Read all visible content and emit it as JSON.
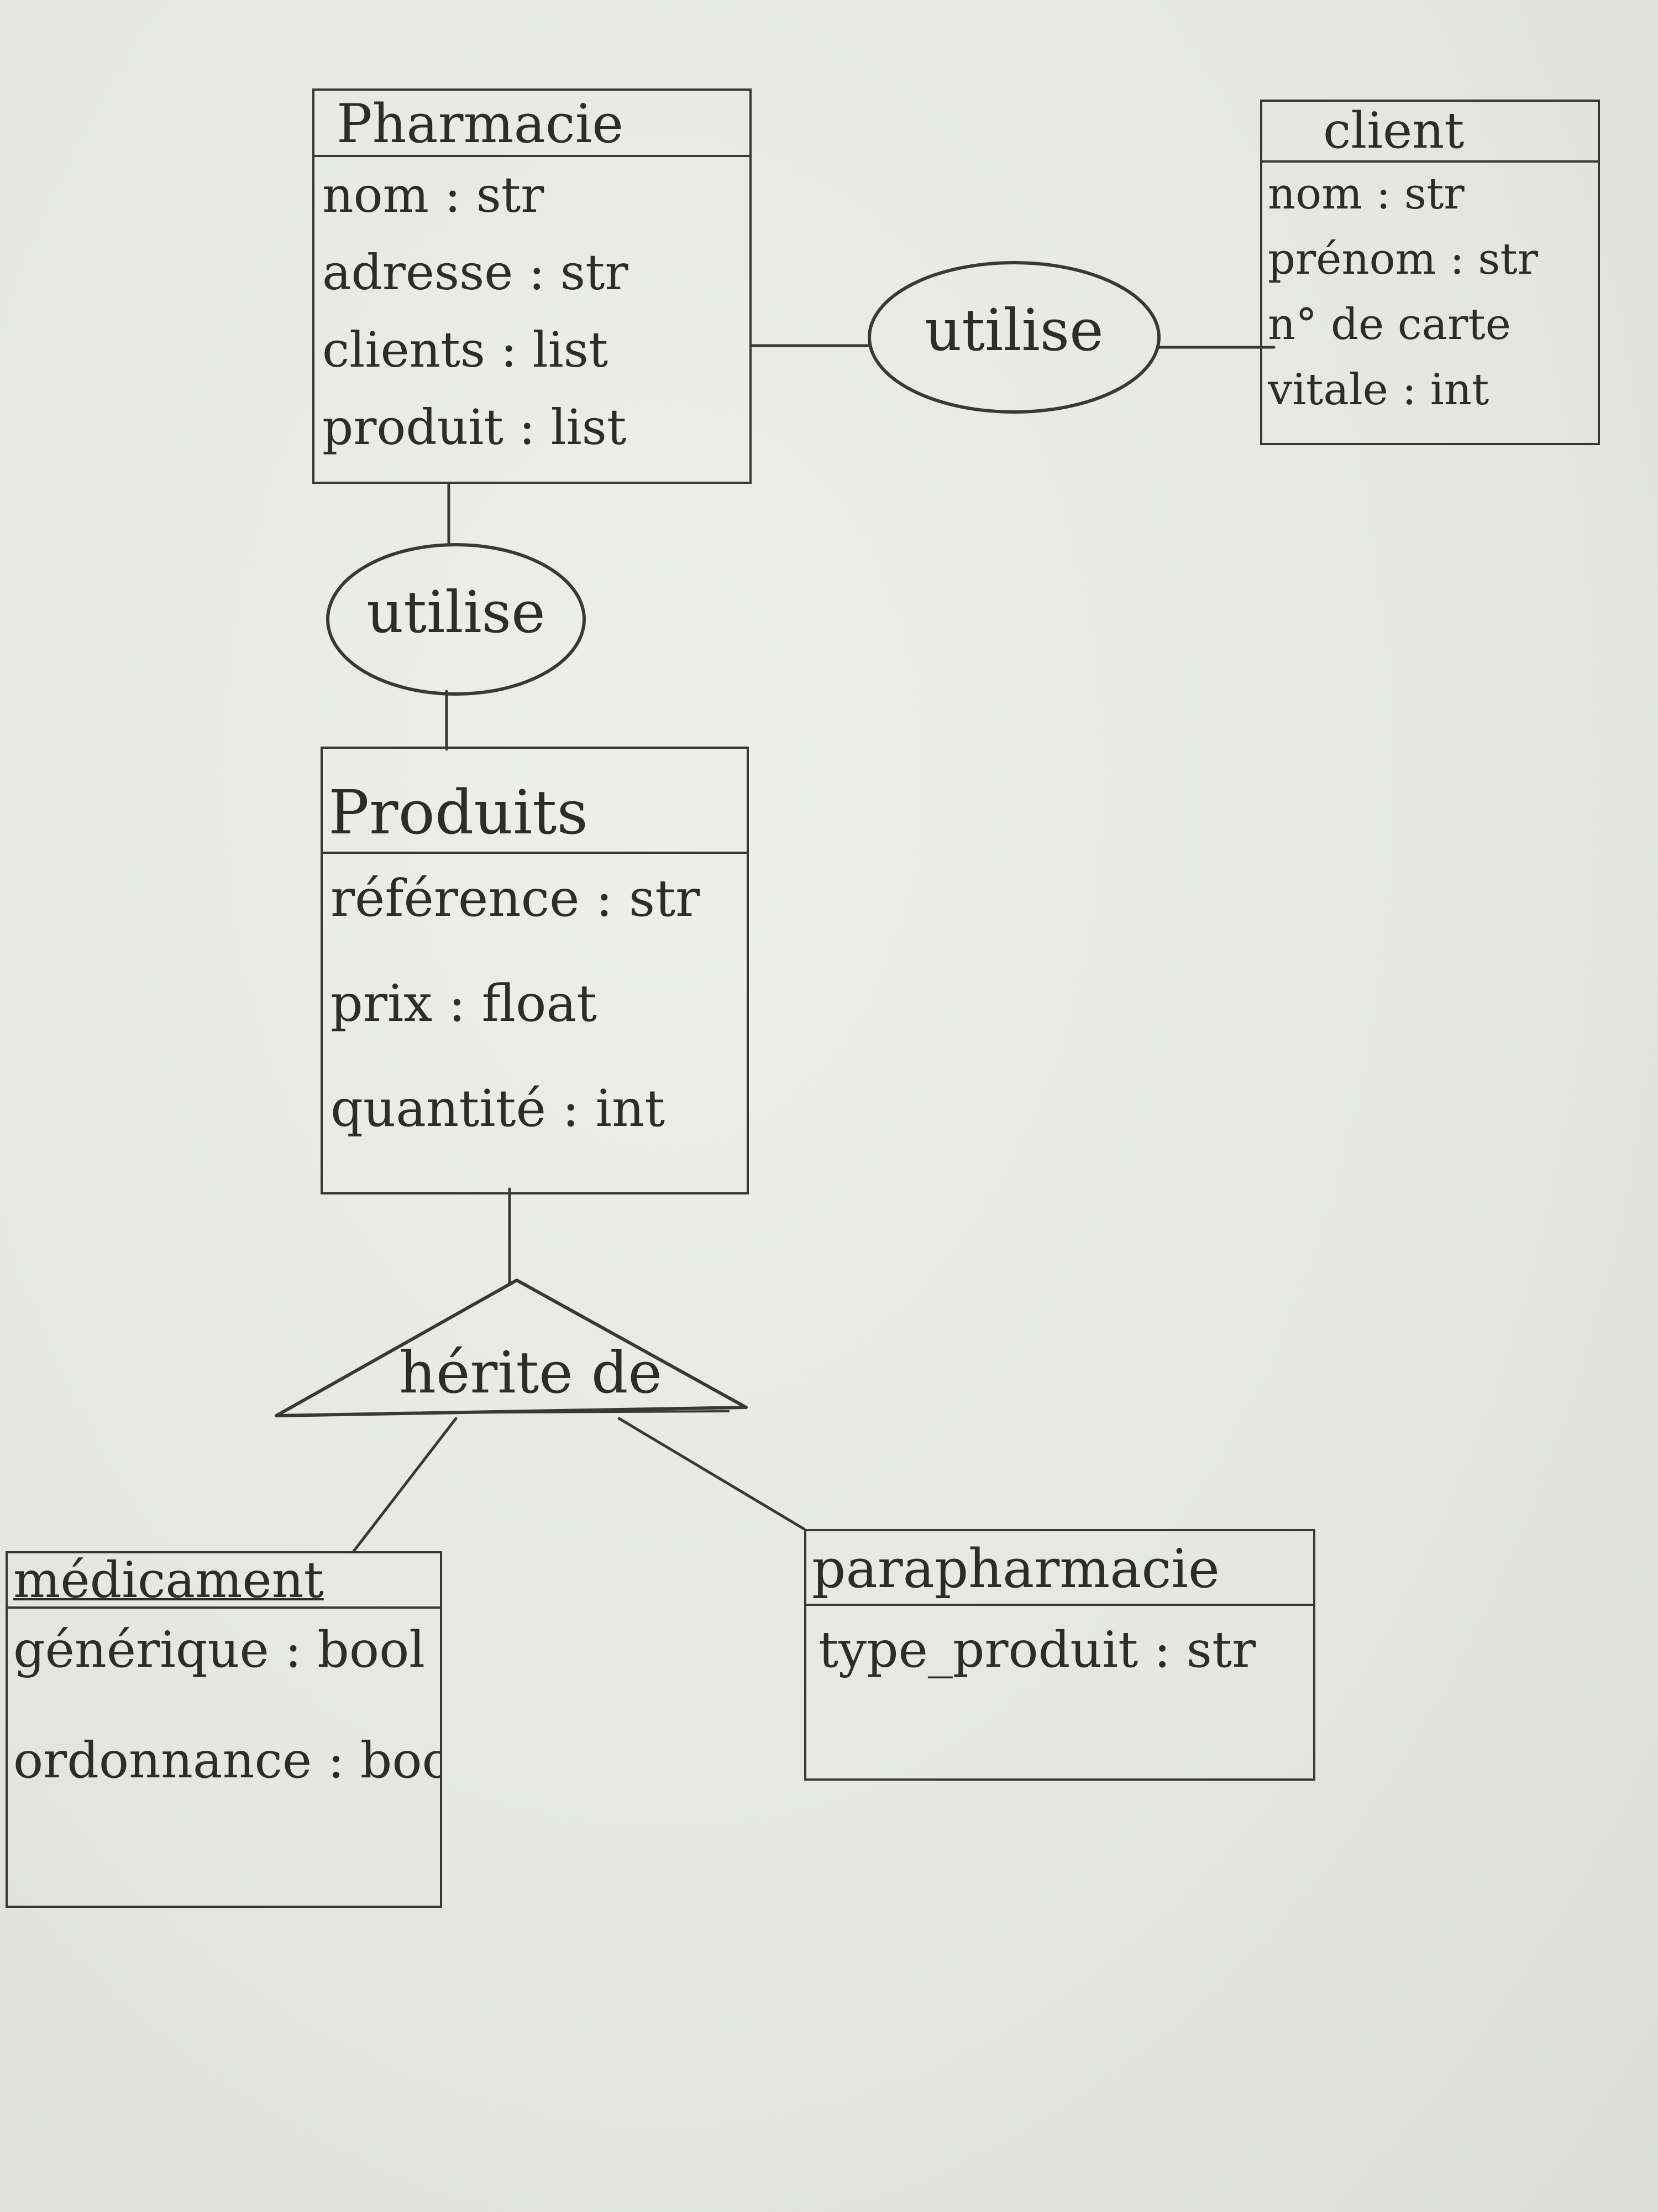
{
  "entities": {
    "pharmacie": {
      "name": "Pharmacie",
      "attributes": [
        "nom : str",
        "adresse : str",
        "clients : list",
        "produit : list"
      ]
    },
    "client": {
      "name": "client",
      "attributes": [
        "nom : str",
        "prénom : str",
        "n° de carte",
        "vitale : int"
      ]
    },
    "produits": {
      "name": "Produits",
      "attributes": [
        "référence : str",
        "prix : float",
        "quantité : int"
      ]
    },
    "medicament": {
      "name": "médicament",
      "attributes": [
        "générique : bool",
        "ordonnance : bool"
      ]
    },
    "parapharmacie": {
      "name": "parapharmacie",
      "attributes": [
        "type_produit : str"
      ]
    }
  },
  "relations": {
    "pharmacie_client": "utilise",
    "pharmacie_produits": "utilise",
    "inheritance": "hérite de"
  }
}
